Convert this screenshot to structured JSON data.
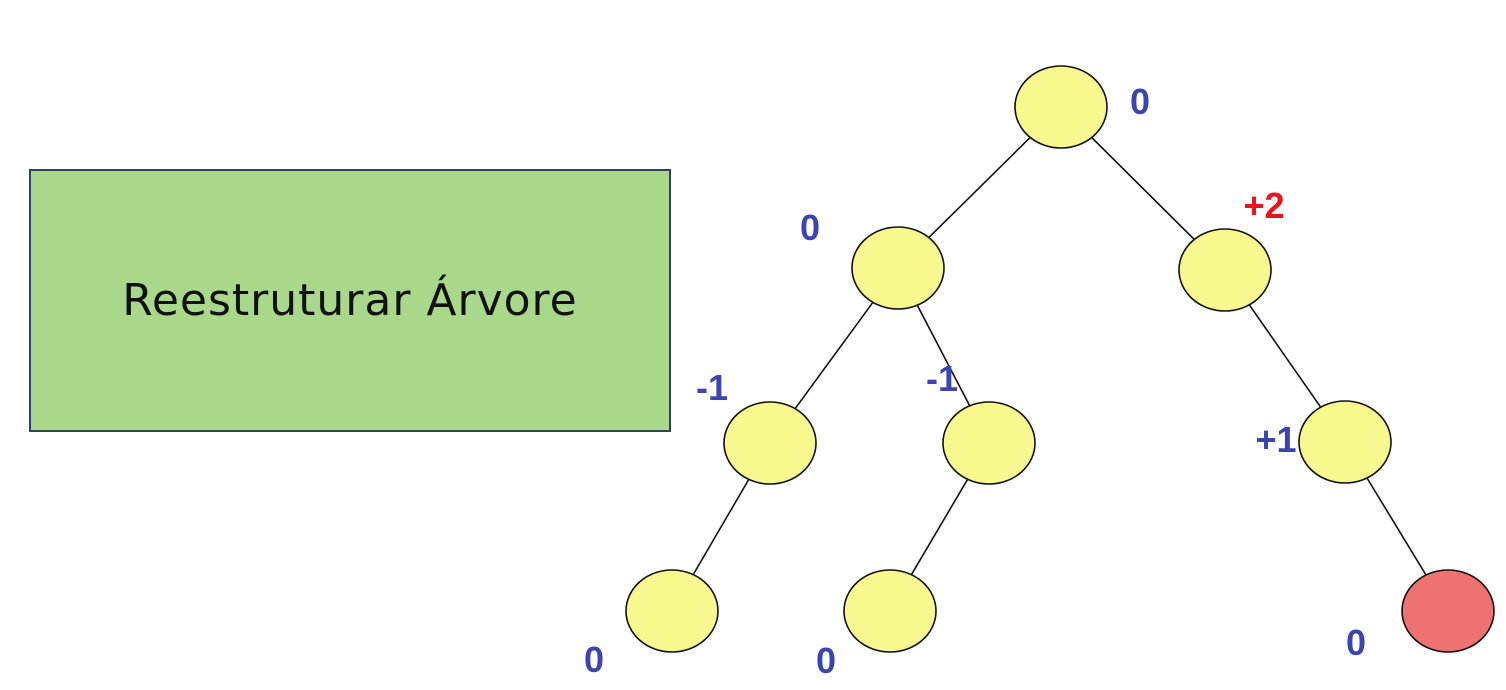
{
  "action_box": {
    "label": "Reestruturar Árvore",
    "fill": "#a9d88b",
    "border": "#2f3f6a"
  },
  "colors": {
    "node_normal": "#f7f98e",
    "node_inserted": "#ef7272",
    "label_balanced": "#3b45ad",
    "label_unbalanced": "#e8141e"
  },
  "tree": {
    "nodes": [
      {
        "id": "root",
        "balance": "0",
        "status": "normal",
        "label_color": "balanced"
      },
      {
        "id": "left",
        "balance": "0",
        "status": "normal",
        "label_color": "balanced"
      },
      {
        "id": "right",
        "balance": "+2",
        "status": "normal",
        "label_color": "unbalanced"
      },
      {
        "id": "left-left",
        "balance": "-1",
        "status": "normal",
        "label_color": "balanced"
      },
      {
        "id": "left-right",
        "balance": "-1",
        "status": "normal",
        "label_color": "balanced"
      },
      {
        "id": "right-right",
        "balance": "+1",
        "status": "normal",
        "label_color": "balanced"
      },
      {
        "id": "left-left-left",
        "balance": "0",
        "status": "normal",
        "label_color": "balanced"
      },
      {
        "id": "left-right-left",
        "balance": "0",
        "status": "normal",
        "label_color": "balanced"
      },
      {
        "id": "right-right-right",
        "balance": "0",
        "status": "inserted",
        "label_color": "balanced"
      }
    ],
    "edges": [
      [
        "root",
        "left"
      ],
      [
        "root",
        "right"
      ],
      [
        "left",
        "left-left"
      ],
      [
        "left",
        "left-right"
      ],
      [
        "right",
        "right-right"
      ],
      [
        "left-left",
        "left-left-left"
      ],
      [
        "left-right",
        "left-right-left"
      ],
      [
        "right-right",
        "right-right-right"
      ]
    ]
  }
}
